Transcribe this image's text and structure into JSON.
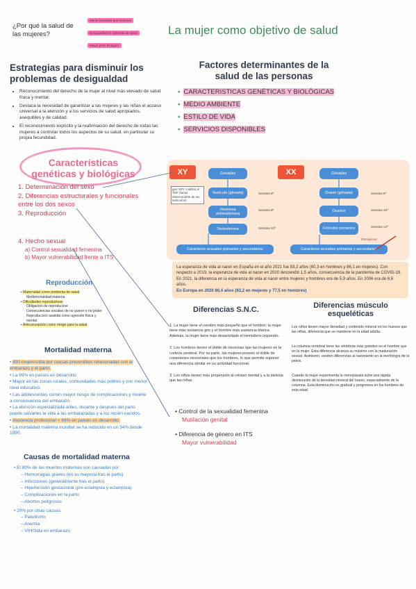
{
  "header": {
    "question": "¿Por qué la salud de las mujeres?",
    "pink_items": [
      "Menor bienestar que hombres",
      "Desigualdad en sistemas de salud",
      "Mayor peso biologico"
    ],
    "title": "La mujer como objetivo de salud"
  },
  "strategies": {
    "title": "Estrategias para disminuir los problemas de desigualdad",
    "items": [
      "Reconocimiento del derecho de la mujer al nivel más elevado de salud física y mental.",
      "Destaca la necesidad de garantizar a las mujeres y las niñas el acceso universal a la atención y a los servicios de salud apropiados, asequibles y de calidad.",
      "El reconocimiento explícito y la reafirmación del derecho de todas las mujeres a controlar todos los aspectos de su salud, en particular su propia fecundidad."
    ]
  },
  "factors": {
    "title": "Factores determinantes de la salud de las personas",
    "items": [
      "CARACTERISTICAS GENÉTICAS Y BIOLÓGICAS",
      "MEDIO AMBIENTE",
      "ESTILO DE VIDA",
      "SERVICIOS DISPONIBLES"
    ]
  },
  "genetic": {
    "title": "Características genéticas y biológicas",
    "list": [
      "1. Determinación del sexo",
      "2. Diferencias estructurales y funcionales entre los dos sexos",
      "3. Reproducción",
      "4. Hecho sexual"
    ],
    "sub": [
      "a) Control sexualidad femenina",
      "b) Mayor vulnerabilidad frente a ITS"
    ]
  },
  "diagram": {
    "xy": "XY",
    "xx": "XX",
    "xy_boxes": [
      "Gonadas",
      "Testículo (gónada)",
      "Hormona antimulleriana",
      "Testosterona"
    ],
    "xx_boxes": [
      "Gónadas",
      "Ovario (gónada)",
      "Ovarios",
      "Folículos primarios"
    ],
    "sry": "gen SRY codifica el TDF (factor determinante de los testículos)",
    "weeks_xy": [
      "Semana 6ª",
      "Semana 8ª",
      "Semana 10ª"
    ],
    "weeks_xx": [
      "Semana 6ª",
      "Semana 10ª",
      "Semana 14ª"
    ],
    "estrogen": "Estrógenos",
    "bottom_xy": "Caracteres sexuales primarios y secundarios",
    "bottom_xx": "Caracteres sexuales primarios y secundarios"
  },
  "life": {
    "text": "La esperanza de vida al nacer en España en el año 2021 fue 83,2 años (80,3 en hombres y 86,1 en mujeres). Con respecto a 2019, la esperanza de vida al nacer en 2020 descendió 1,5 años, consecuencia de la pandemia de COVID-19. En 2021, la diferencia en la esperanza de vida al nacer entre mujeres y hombres era de 5,9 años. En 2006 era de 6,6 años.",
    "europe": "En Europa en 2020 80,4 años (83,2 en mujeres y 77,5 en hombres)"
  },
  "snc": {
    "title": "Diferencias S.N.C.",
    "items": [
      "1. La mujer tiene el cerebro más pequeño que el hombre; la mujer tiene más sustancia gris y el hombre más sustancia blanca. Además, la mujer tiene más desarrollado el hemisferio izquierdo.",
      "2. Los hombres tienen el doble de neuronas que las mujeres en la corteza cerebral. Por su parte, las mujeres poseen el doble de conexiones neuronales que los hombres, lo que permite suponer una diferencia similar en su actividad funcional.",
      "3. Los niños tienen más propensión al retraso mental y a la dislexia que las niñas."
    ]
  },
  "musculo": {
    "title": "Diferencias músculo esqueléticas",
    "items": [
      "Los niños tienen mayor densidad y contenido mineral en los huesos que las niñas, diferencia que se mantiene en la edad adulta.",
      "La columna vertebral tiene las vértebras más grandes en el hombre que en la mujer. Esta diferencia alcanza su máximo con la maduración sexual. Asimismo, existen diferencias al nacimiento en la morfología de la pelvis.",
      "Cuando la mujer experimenta la menopausia sufre una rápida disminución de la densidad mineral del hueso, especialmente de la columna. Esta disminución es gradual y progresiva en los hombres de esta edad."
    ]
  },
  "control": {
    "a": "Control de la sexualidad femenina",
    "a1": "Mutilación genital",
    "b": "Diferencia de género en ITS",
    "b1": "Mayor vulnerabilidad"
  },
  "reproduccion": {
    "title": "Reproducción",
    "items": [
      "Maternidad como problema de salud",
      "Morbimortalidad materna",
      "Dificultades reproductivas",
      "Obligación de reproducirse",
      "Consecuencias sociales de no querer o no poder",
      "Reproducción asistida como agresión física y mental",
      "Anticoncepción como riesgo para la salud"
    ]
  },
  "mortalidad": {
    "title": "Mortalidad materna",
    "items": [
      "800 mujeres/día por causas prevenibles relacionadas con el embarazo y el parto.",
      "La 99% en países en desarrollo.",
      "Mayor en las zonas rurales, comunidades más pobres y con menor nivel educativo.",
      "Las adolescentes corren mayor riesgo de complicaciones y muerte a consecuencia del embarazo.",
      "La atención especializada antes, durante y después del parto puede salvarles la vida a las embarazadas y a los recién nacidos.",
      "Asistencia profesional < 68% en países en desarrollo.",
      "La mortalidad materna mundial se ha reducido en un 34% desde 1990."
    ]
  },
  "causas": {
    "title": "Causas de mortalidad materna",
    "intro": "El 80% de las muertes maternas son causadas por:",
    "list80": [
      "Hemorragias graves (en su mayoría tras el parto)",
      "Infecciones (generalmente tras el parto)",
      "Hipertensión gestacional (pre eclampsia y eclampsia)",
      "Complicaciones en la parto",
      "Abortos peligrosos"
    ],
    "intro20": "20% por otras causas:",
    "list20": [
      "Paludismo",
      "Anemia",
      "VIH/Sida en embarazo"
    ]
  }
}
